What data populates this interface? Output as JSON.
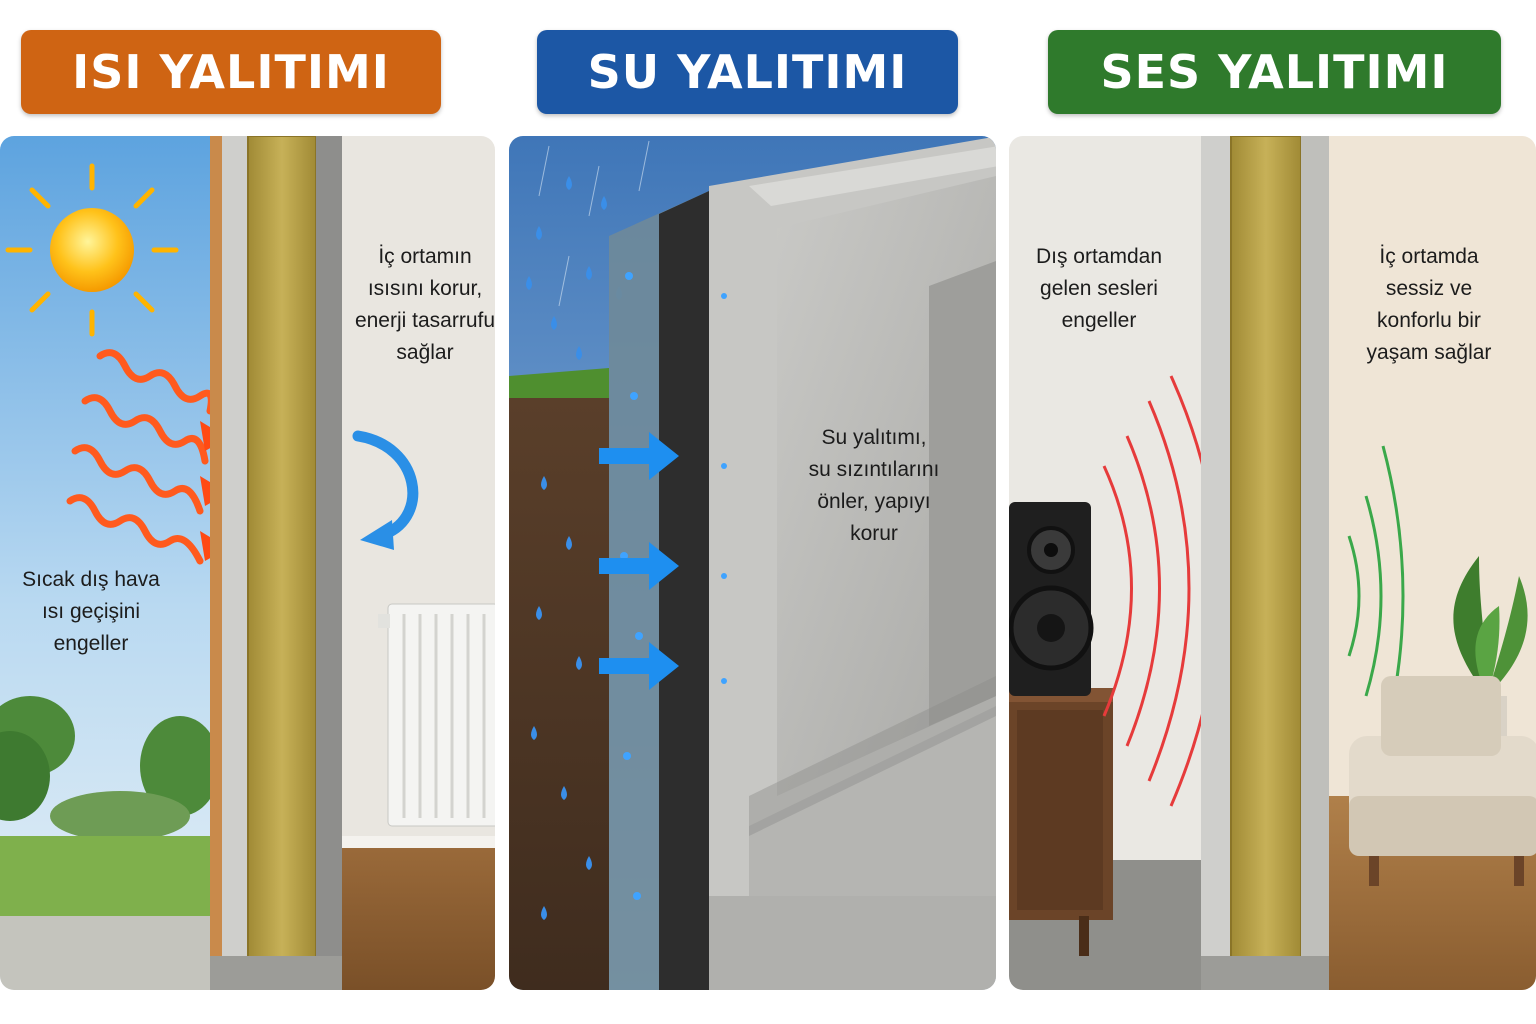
{
  "panels": [
    {
      "title": "ISI YALITIMI",
      "color": "#cf6413",
      "captions": {
        "inside": [
          "İç ortamın",
          "ısısını korur,",
          "enerji tasarrufu",
          "sağlar"
        ],
        "outside": [
          "Sıcak dış hava",
          "ısı geçişini",
          "engeller"
        ]
      }
    },
    {
      "title": "SU YALITIMI",
      "color": "#1c57a5",
      "captions": {
        "center": [
          "Su yalıtımı,",
          "su sızıntılarını",
          "önler, yapıyı",
          "korur"
        ]
      }
    },
    {
      "title": "SES YALITIMI",
      "color": "#2f7a2c",
      "captions": {
        "outside": [
          "Dış ortamdan",
          "gelen sesleri",
          "engeller"
        ],
        "inside": [
          "İç ortamda",
          "sessiz ve",
          "konforlu bir",
          "yaşam sağlar"
        ]
      }
    }
  ],
  "colors": {
    "heat_arrow": "#ff5a1e",
    "circulation_arrow": "#2a8fe6",
    "water_arrow": "#1e8ff0",
    "sound_outside": "#e63b3b",
    "sound_inside": "#3aa84a",
    "insulation": "#b9a24a",
    "concrete": "#c9c9c6"
  }
}
